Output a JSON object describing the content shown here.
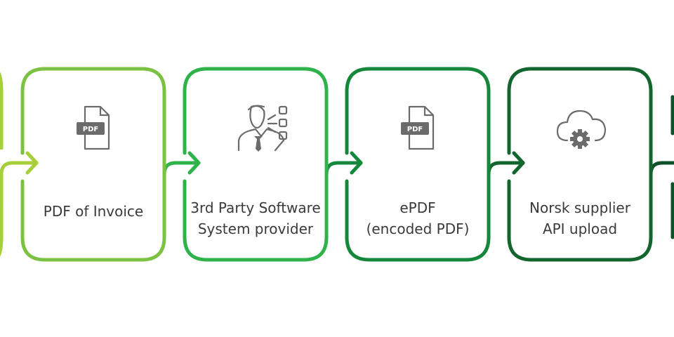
{
  "steps": [
    {
      "id": "pdf-of-invoice",
      "lines": [
        "PDF of Invoice"
      ],
      "icon": "pdf-file-icon",
      "icon_text": "PDF",
      "color": "#7cc242"
    },
    {
      "id": "third-party-software",
      "lines": [
        "3rd Party Software",
        "System provider"
      ],
      "icon": "person-options-icon",
      "color": "#2db34a"
    },
    {
      "id": "epdf",
      "lines": [
        "ePDF",
        "(encoded PDF)"
      ],
      "icon": "pdf-file-icon",
      "icon_text": "PDF",
      "color": "#14873b"
    },
    {
      "id": "norsk-supplier-api",
      "lines": [
        "Norsk supplier",
        "API upload"
      ],
      "icon": "cloud-gear-icon",
      "color": "#12652d"
    }
  ],
  "edges": {
    "left_partial_color": "#a6cf39",
    "right_partial_color": "#0e5128",
    "arrow_colors": [
      "#7cc242",
      "#2db34a",
      "#14873b",
      "#12652d"
    ]
  }
}
